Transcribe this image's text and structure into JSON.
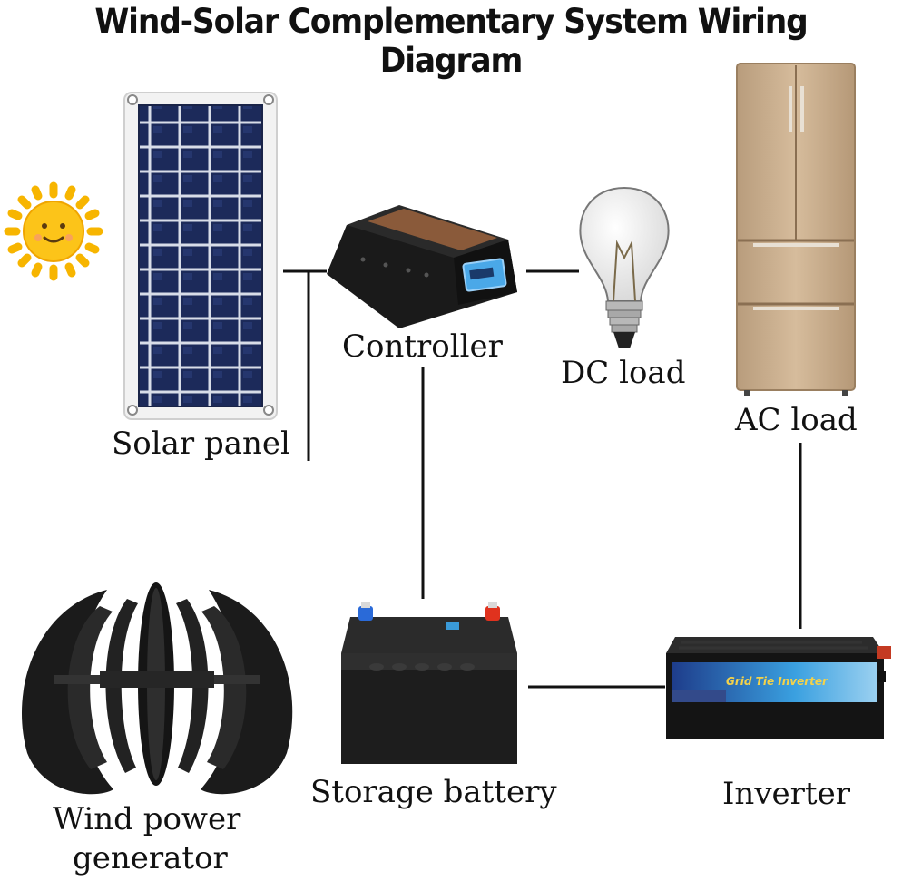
{
  "title": "Wind-Solar Complementary System Wiring Diagram",
  "components": {
    "solar_panel": "Solar panel",
    "controller": "Controller",
    "dc_load": "DC load",
    "ac_load": "AC load",
    "wind_generator_line1": "Wind power",
    "wind_generator_line2": "generator",
    "storage_battery": "Storage battery",
    "inverter": "Inverter",
    "inverter_brand": "Grid Tie Inverter"
  },
  "colors": {
    "wire": "#111111",
    "panel_cell": "#1c2a5a",
    "panel_frame": "#f2f2f2",
    "sun": "#f7b500",
    "controller_body": "#1a1a1a",
    "controller_plate": "#8a5a3a",
    "fridge": "#c8ac8c",
    "battery_body": "#1d1d1d",
    "terminal_positive": "#e0321e",
    "terminal_negative": "#2a6ad8"
  }
}
